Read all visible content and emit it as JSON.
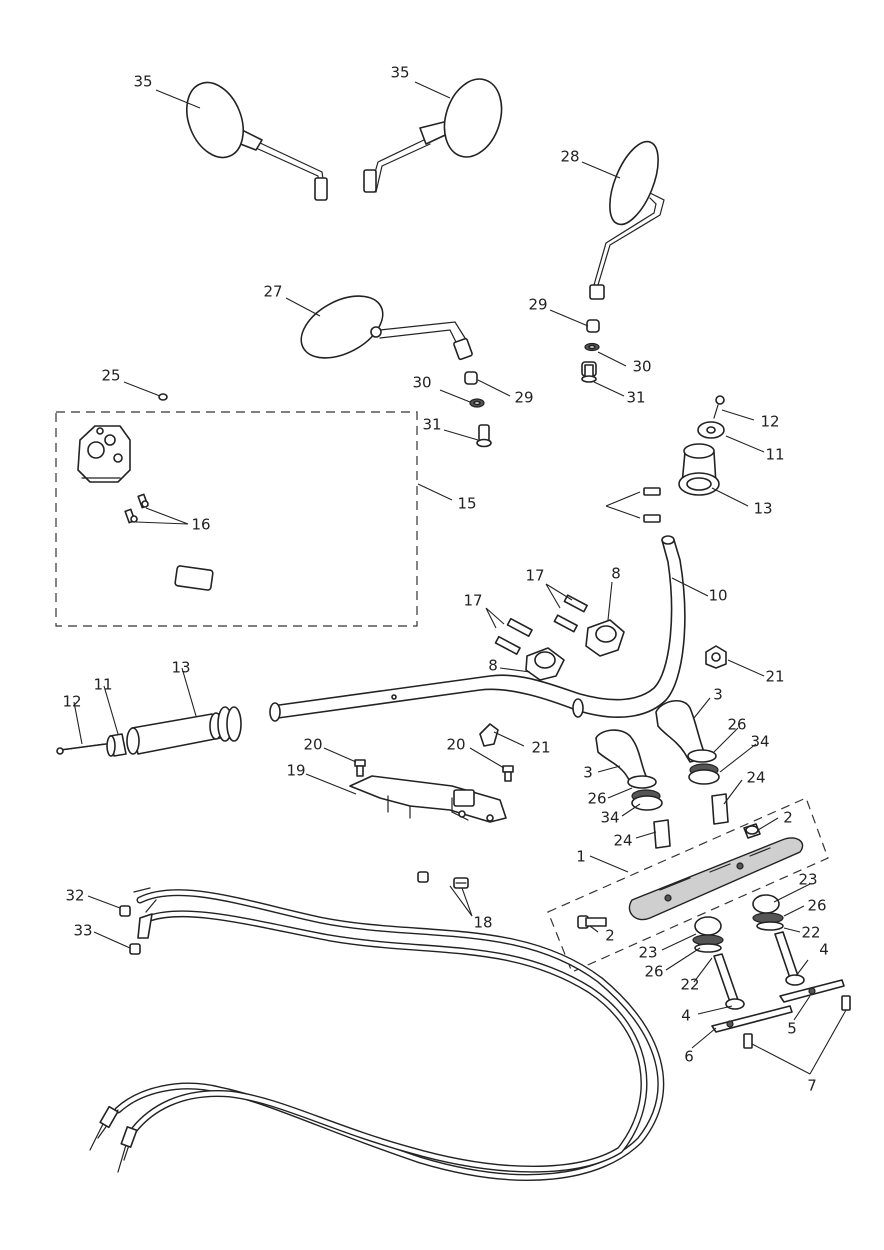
{
  "diagram": {
    "type": "exploded-parts-diagram",
    "colors": {
      "line": "#222222",
      "background": "#ffffff",
      "shade": "#cfcfcf"
    },
    "callouts": [
      {
        "id": "c35a",
        "label": "35"
      },
      {
        "id": "c35b",
        "label": "35"
      },
      {
        "id": "c28",
        "label": "28"
      },
      {
        "id": "c27",
        "label": "27"
      },
      {
        "id": "c29a",
        "label": "29"
      },
      {
        "id": "c30a",
        "label": "30"
      },
      {
        "id": "c31a",
        "label": "31"
      },
      {
        "id": "c30b",
        "label": "30"
      },
      {
        "id": "c29b",
        "label": "29"
      },
      {
        "id": "c31b",
        "label": "31"
      },
      {
        "id": "c25",
        "label": "25"
      },
      {
        "id": "c12a",
        "label": "12"
      },
      {
        "id": "c11a",
        "label": "11"
      },
      {
        "id": "c13a",
        "label": "13"
      },
      {
        "id": "c15",
        "label": "15"
      },
      {
        "id": "c16",
        "label": "16"
      },
      {
        "id": "c17a",
        "label": "17"
      },
      {
        "id": "c17b",
        "label": "17"
      },
      {
        "id": "c8a",
        "label": "8"
      },
      {
        "id": "c8b",
        "label": "8"
      },
      {
        "id": "c10",
        "label": "10"
      },
      {
        "id": "c21a",
        "label": "21"
      },
      {
        "id": "c12b",
        "label": "12"
      },
      {
        "id": "c11b",
        "label": "11"
      },
      {
        "id": "c13b",
        "label": "13"
      },
      {
        "id": "c20a",
        "label": "20"
      },
      {
        "id": "c20b",
        "label": "20"
      },
      {
        "id": "c21b",
        "label": "21"
      },
      {
        "id": "c19",
        "label": "19"
      },
      {
        "id": "c3a",
        "label": "3"
      },
      {
        "id": "c26a",
        "label": "26"
      },
      {
        "id": "c34a",
        "label": "34"
      },
      {
        "id": "c3b",
        "label": "3"
      },
      {
        "id": "c26b",
        "label": "26"
      },
      {
        "id": "c34b",
        "label": "34"
      },
      {
        "id": "c24a",
        "label": "24"
      },
      {
        "id": "c24b",
        "label": "24"
      },
      {
        "id": "c2a",
        "label": "2"
      },
      {
        "id": "c1",
        "label": "1"
      },
      {
        "id": "c18",
        "label": "18"
      },
      {
        "id": "c32",
        "label": "32"
      },
      {
        "id": "c33",
        "label": "33"
      },
      {
        "id": "c2b",
        "label": "2"
      },
      {
        "id": "c23a",
        "label": "23"
      },
      {
        "id": "c26c",
        "label": "26"
      },
      {
        "id": "c22a",
        "label": "22"
      },
      {
        "id": "c23b",
        "label": "23"
      },
      {
        "id": "c26d",
        "label": "26"
      },
      {
        "id": "c22b",
        "label": "22"
      },
      {
        "id": "c4a",
        "label": "4"
      },
      {
        "id": "c4b",
        "label": "4"
      },
      {
        "id": "c5",
        "label": "5"
      },
      {
        "id": "c6",
        "label": "6"
      },
      {
        "id": "c7",
        "label": "7"
      }
    ]
  }
}
